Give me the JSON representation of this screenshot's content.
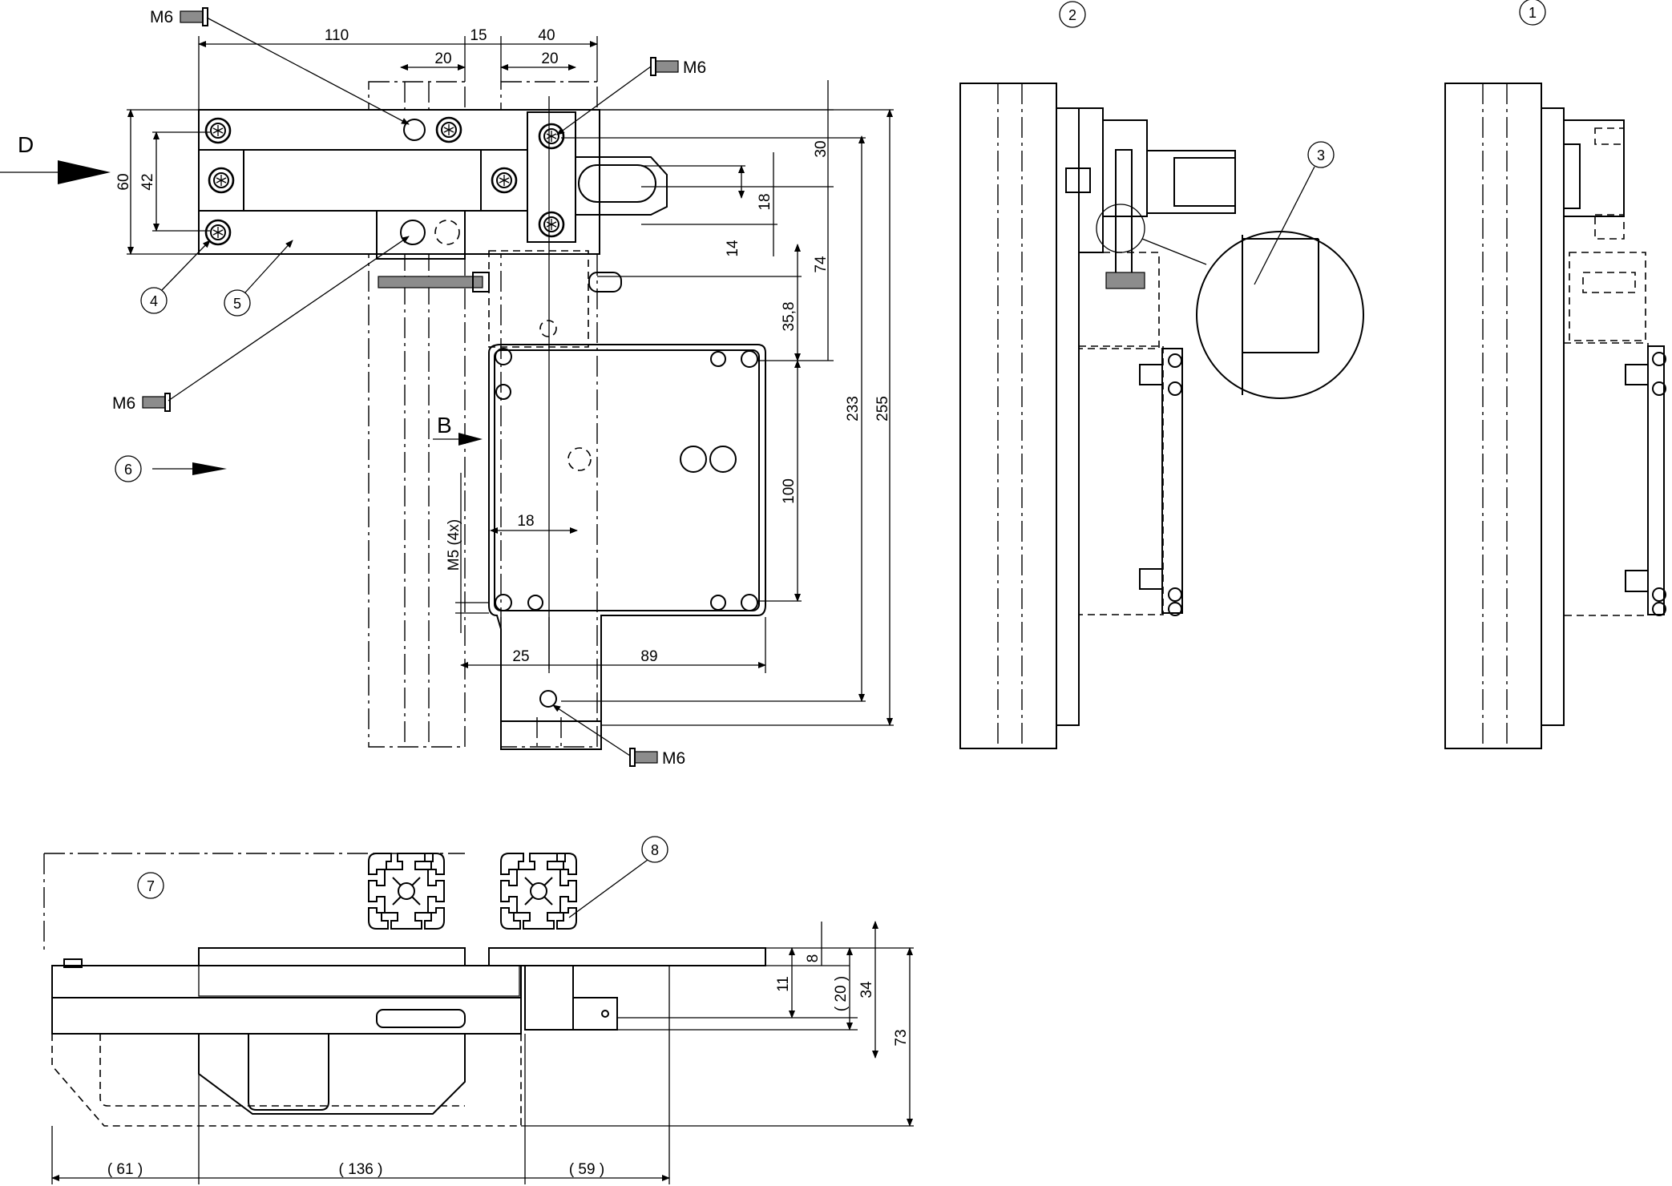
{
  "labels": {
    "view_d": "D",
    "view_b": "B",
    "screw_m6": "M6",
    "thread_m5": "M5 (4x)"
  },
  "callouts": [
    "1",
    "2",
    "3",
    "4",
    "5",
    "6",
    "7",
    "8"
  ],
  "dimensions": {
    "d110": "110",
    "d15": "15",
    "d40": "40",
    "d20a": "20",
    "d20b": "20",
    "d60": "60",
    "d42": "42",
    "d30": "30",
    "d18a": "18",
    "d14": "14",
    "d74": "74",
    "d35_8": "35,8",
    "d233": "233",
    "d255": "255",
    "d100": "100",
    "d18b": "18",
    "d25": "25",
    "d89": "89",
    "d8": "8",
    "d11": "11",
    "d20p": "( 20 )",
    "d34": "34",
    "d73": "73",
    "d61": "( 61 )",
    "d136": "( 136 )",
    "d59": "( 59 )"
  }
}
